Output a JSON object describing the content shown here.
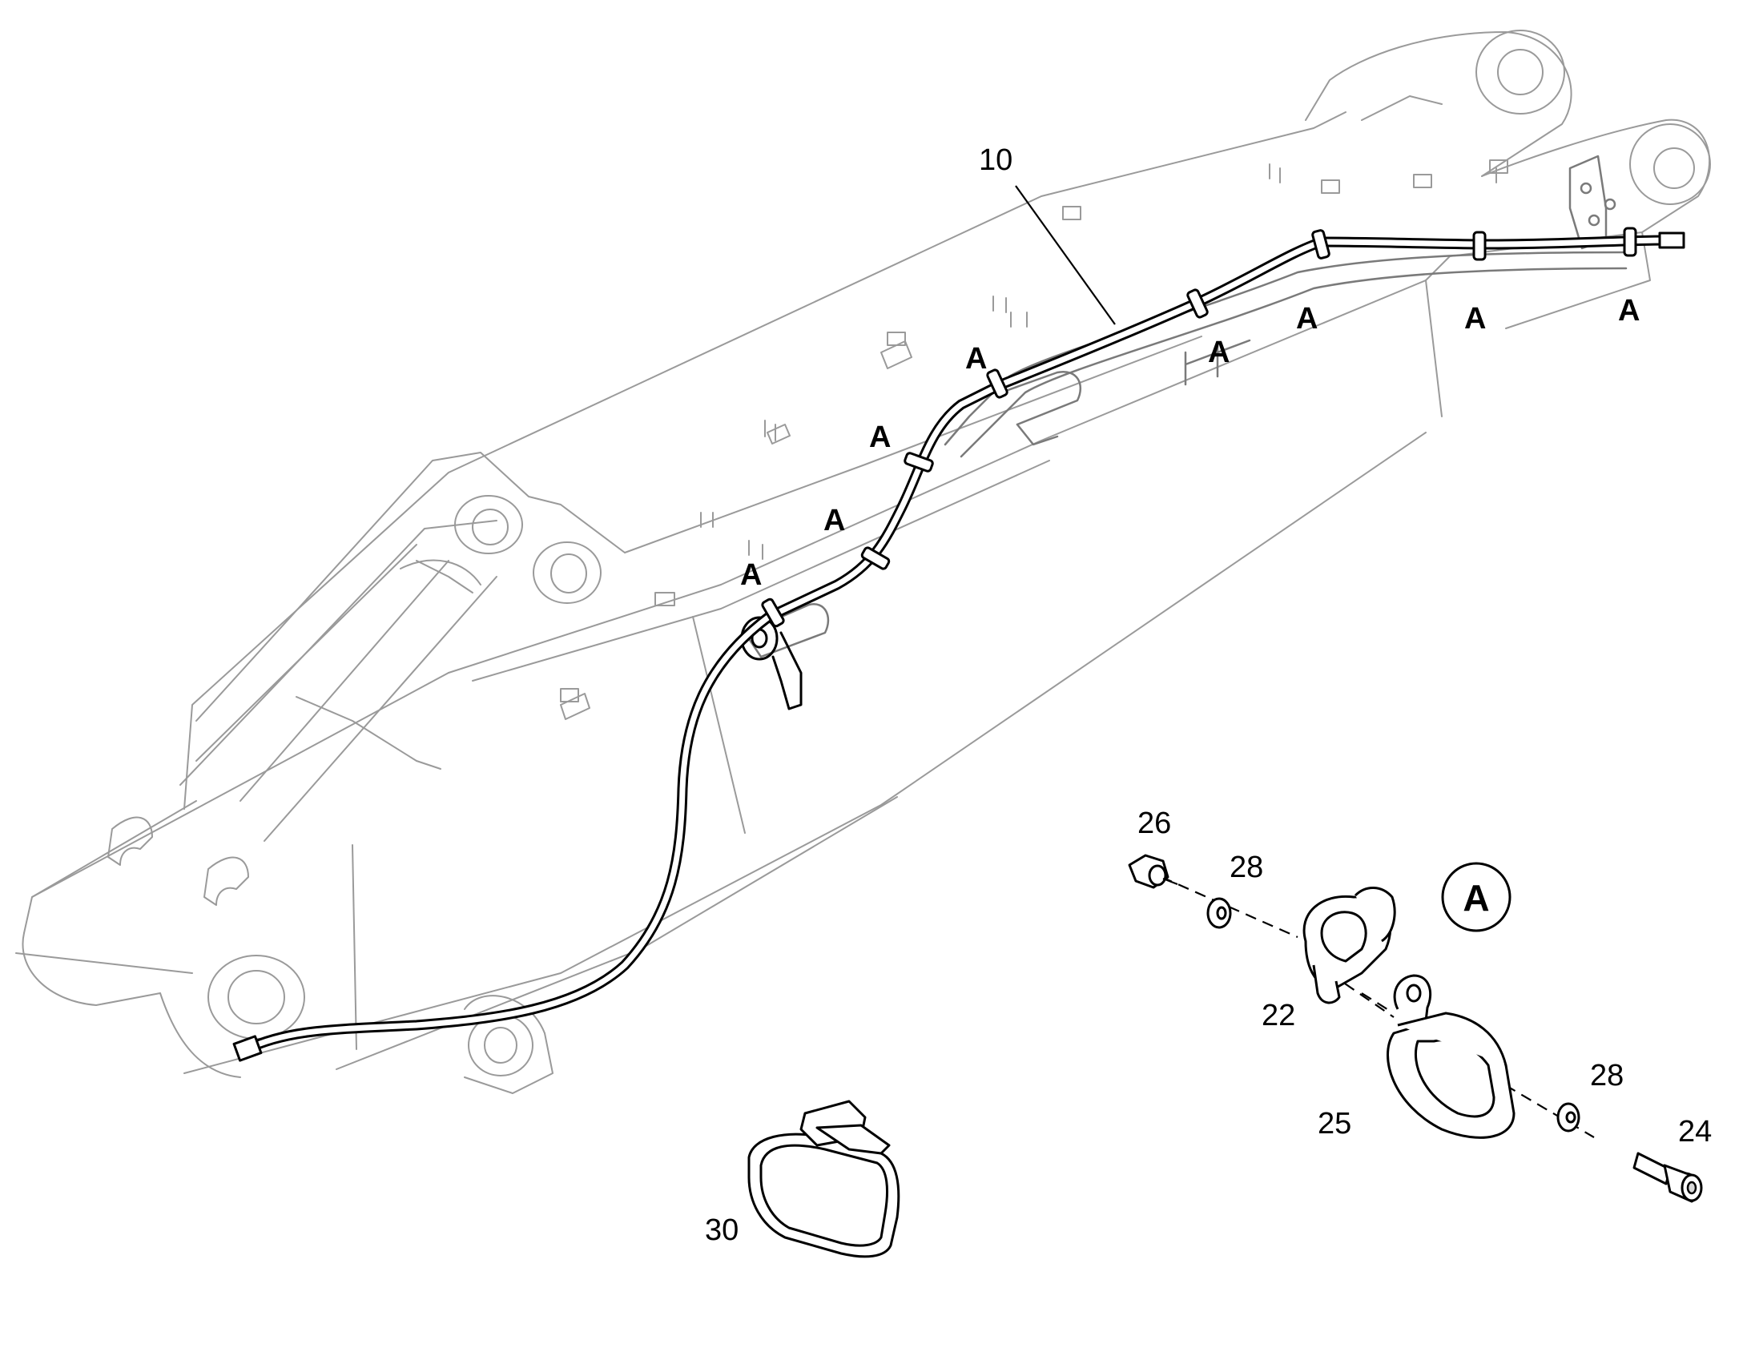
{
  "callouts": {
    "hose": "10",
    "nut": "26",
    "washer_upper": "28",
    "clamp_half": "22",
    "clamp": "25",
    "washer_lower": "28",
    "screw": "24",
    "strap": "30"
  },
  "clamp_marker": "A",
  "detail_marker": "A"
}
